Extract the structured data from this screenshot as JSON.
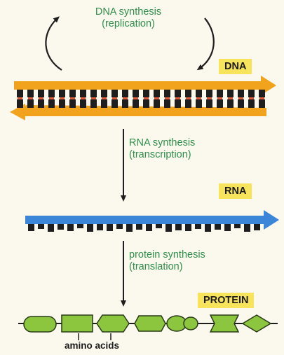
{
  "replication": {
    "line1": "DNA synthesis",
    "line2": "(replication)"
  },
  "dna": {
    "label": "DNA",
    "strand_color": "#f2a31d",
    "base_color": "#1e1e1e",
    "rung_color": "#e05a3a"
  },
  "transcription": {
    "line1": "RNA synthesis",
    "line2": "(transcription)"
  },
  "rna": {
    "label": "RNA",
    "strand_color": "#3b86d8"
  },
  "translation": {
    "line1": "protein synthesis",
    "line2": "(translation)"
  },
  "protein": {
    "label": "PROTEIN",
    "amino_acid_color": "#8cc63f",
    "amino_acid_shapes": [
      "capsule",
      "rectangle",
      "hexagon",
      "hexagon",
      "ellipse-chain",
      "capsule",
      "bowtie",
      "diamond"
    ]
  },
  "amino_acids_label": "amino acids",
  "colors": {
    "label_green": "#2f8f4a",
    "badge_yellow": "#f7e45a"
  }
}
